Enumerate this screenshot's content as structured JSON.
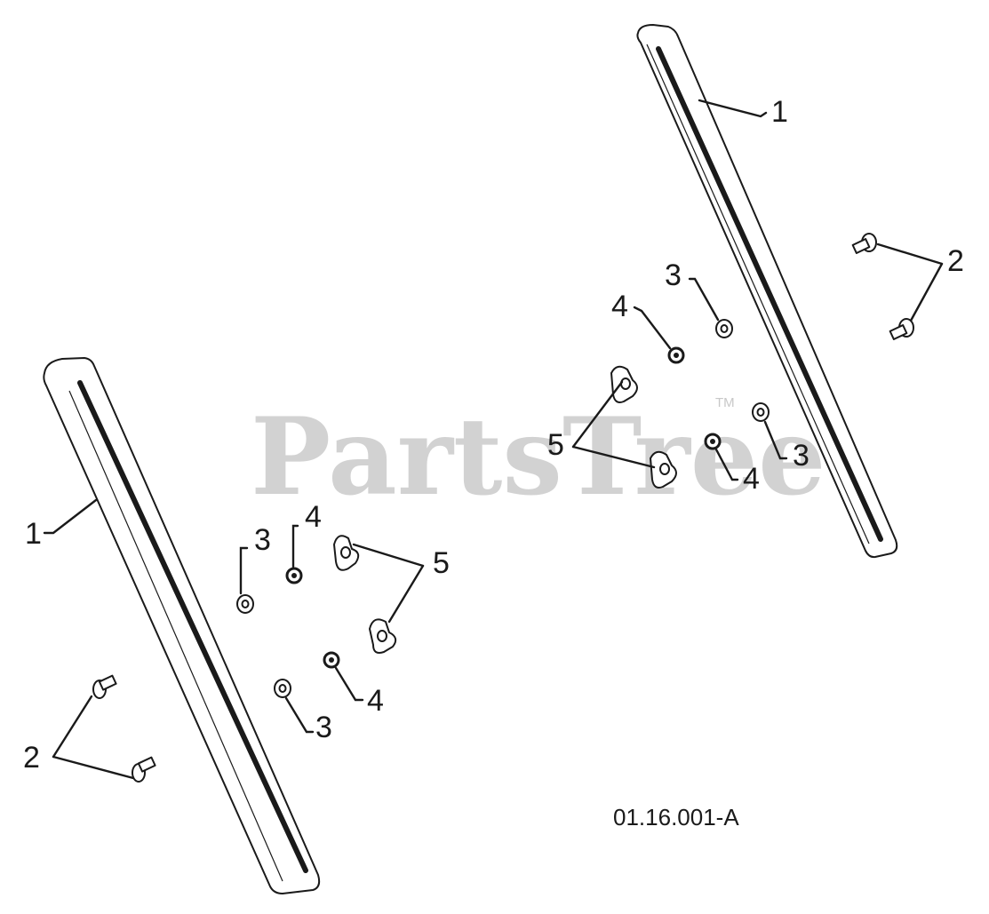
{
  "watermark": {
    "text": "PartsTree",
    "trademark": "TM"
  },
  "figure_code": "01.16.001-A",
  "callouts": {
    "left_rail": "1",
    "left_bolts": "2",
    "left_washer_upper": "3",
    "left_nut_upper": "4",
    "left_wingnuts": "5",
    "left_nut_lower": "4",
    "left_washer_lower": "3",
    "right_rail": "1",
    "right_bolts": "2",
    "right_washer_upper": "3",
    "right_nut_upper": "4",
    "right_wingnuts": "5",
    "right_nut_lower": "4",
    "right_washer_lower": "3"
  },
  "colors": {
    "line": "#1a1a1a",
    "watermark": "#d2d2d2",
    "background": "#ffffff"
  },
  "icons": {
    "bolt": "carriage-bolt-icon",
    "washer": "flat-washer-icon",
    "nut": "hex-nut-icon",
    "wingnut": "wing-nut-icon"
  }
}
